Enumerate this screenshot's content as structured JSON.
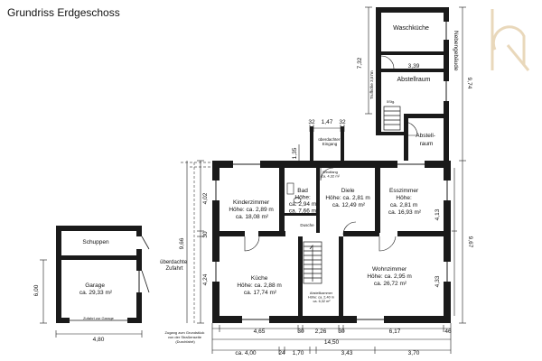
{
  "title": "Grundriss Erdgeschoss",
  "annex_label": "Nebengebäude",
  "annex_ceiling": "Trufhöhe 3,57m",
  "annex_steps": "5Stg.",
  "rooms": {
    "waschkueche": [
      "Waschküche"
    ],
    "abstellraum": [
      "Abstellraum"
    ],
    "abstellraum2": [
      "Abstell-",
      "raum"
    ],
    "windfang": [
      "Windfang",
      "ca. 4,32 m²"
    ],
    "ueberdachter": [
      "überdachter",
      "Eingang"
    ],
    "kinderzimmer": [
      "Kinderzimmer",
      "Höhe: ca. 2,89 m",
      "ca. 18,08 m²"
    ],
    "bad": [
      "Bad",
      "Höhe:",
      "ca. 2,94 m",
      "ca. 7,66 m²"
    ],
    "dusche": [
      "Dusche"
    ],
    "diele": [
      "Diele",
      "Höhe: ca. 2,81 m",
      "ca. 12,49 m²"
    ],
    "esszimmer": [
      "Esszimmer",
      "Höhe:",
      "ca. 2,81 m",
      "ca. 16,93 m²"
    ],
    "kueche": [
      "Küche",
      "Höhe: ca. 2,88 m",
      "ca. 17,74 m²"
    ],
    "abstellkammer": [
      "Abstellkammer",
      "Höhe: ca. 2,40 m",
      "ca. 6,32 m²"
    ],
    "wohnzimmer": [
      "Wohnzimmer",
      "Höhe: ca. 2,95 m",
      "ca. 26,72 m²"
    ],
    "schuppen": [
      "Schuppen"
    ],
    "garage": [
      "Garage",
      "ca. 29,33 m²"
    ],
    "zufahrt": [
      "überdachte",
      "Zufahrt"
    ],
    "zugang": [
      "Zugang zum Grundstück",
      "von der Straßenseite",
      "(Durchfahrt)"
    ],
    "zufahrt_garage": [
      "Zufahrt zur Garage"
    ]
  },
  "dims": {
    "annex_h": "7,32",
    "annex_right": "9,74",
    "annex_mid": "3,39",
    "top_a": "32",
    "top_b": "1,47",
    "top_c": "32",
    "step_w": "1,35",
    "left_upper": "4,02",
    "left_total": "9,66",
    "left_lower": "4,24",
    "left_mid": "30",
    "right_total": "9,67",
    "right_upper": "4,13",
    "right_lower": "4,33",
    "bottom_a": "4,65",
    "bottom_b": "2,26",
    "bottom_c": "6,17",
    "bottom_small1": "30",
    "bottom_small2": "30",
    "bottom_edge": "46",
    "total_w": "14,50",
    "row_a": "ca. 4,00",
    "row_b": "1,70",
    "row_c": "3,43",
    "row_d": "3,70",
    "row_small": "24",
    "garage_h": "6,00",
    "garage_w": "4,80"
  }
}
